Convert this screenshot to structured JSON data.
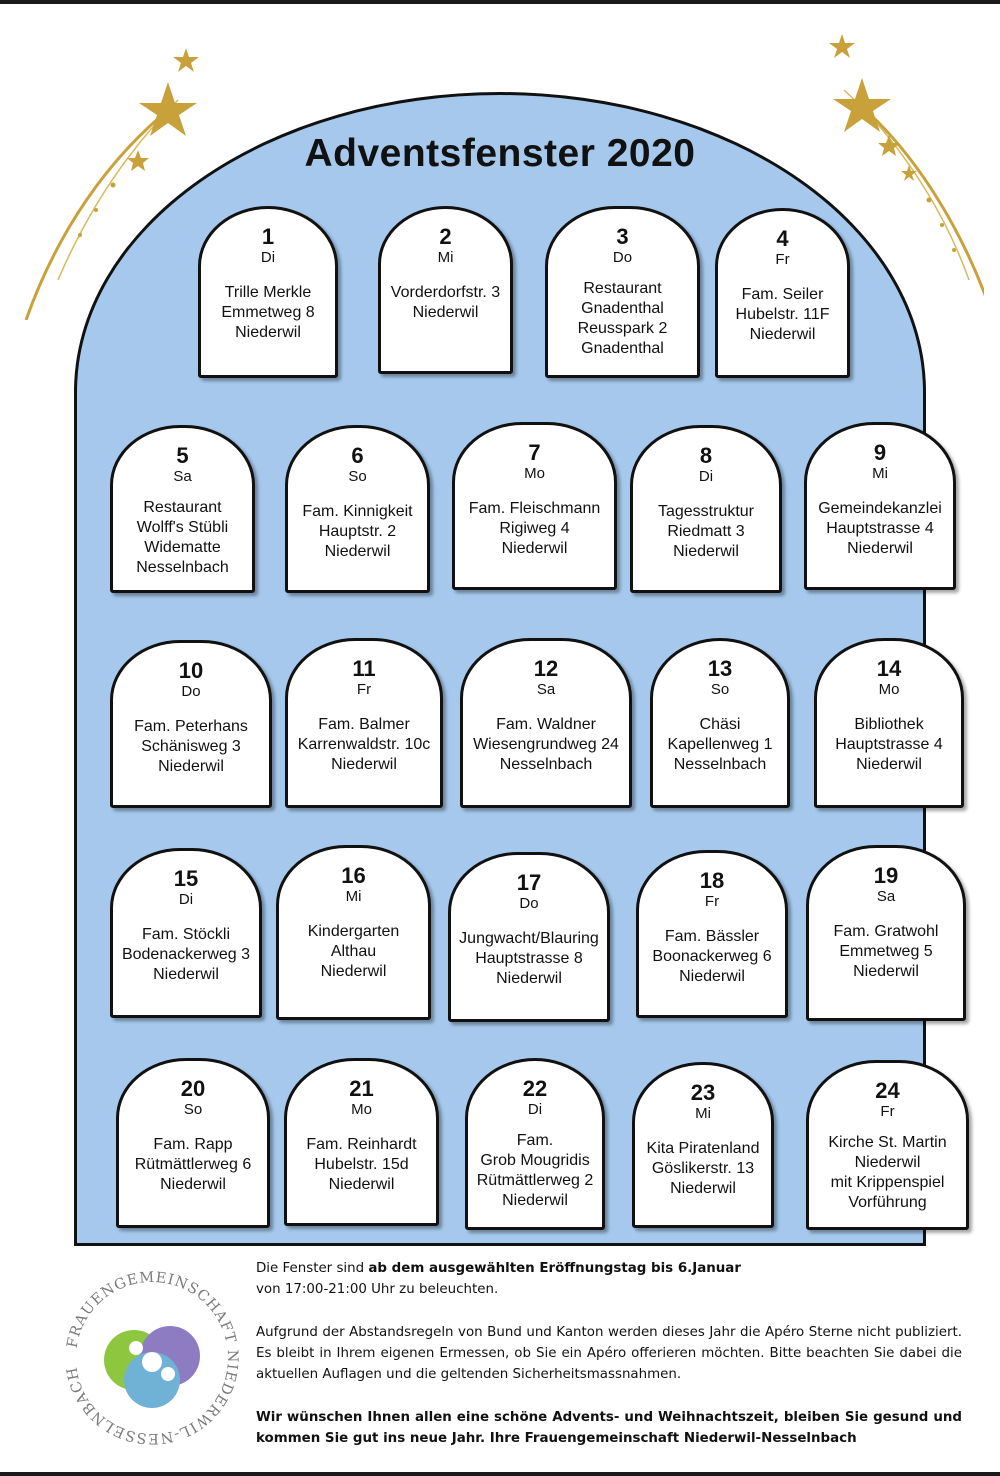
{
  "title": "Adventsfenster 2020",
  "colors": {
    "arch": "#a5c8ec",
    "door": "#ffffff",
    "gold": "#c9a13a"
  },
  "logo": {
    "icon": "frauengemeinschaft-logo",
    "ring_text": "FRAUENGEMEINSCHAFT NIEDERWIL-NESSELNBACH"
  },
  "windows": [
    {
      "num": "1",
      "day": "Di",
      "lines": [
        "Trille Merkle",
        "Emmetweg 8",
        "Niederwil"
      ]
    },
    {
      "num": "2",
      "day": "Mi",
      "lines": [
        "Vorderdorfstr. 3",
        "Niederwil"
      ]
    },
    {
      "num": "3",
      "day": "Do",
      "lines": [
        "Restaurant",
        "Gnadenthal",
        "Reusspark 2",
        "Gnadenthal"
      ]
    },
    {
      "num": "4",
      "day": "Fr",
      "lines": [
        "Fam. Seiler",
        "Hubelstr. 11F",
        "Niederwil"
      ]
    },
    {
      "num": "5",
      "day": "Sa",
      "lines": [
        "Restaurant",
        "Wolff's Stübli",
        "Widematte",
        "Nesselnbach"
      ]
    },
    {
      "num": "6",
      "day": "So",
      "lines": [
        "Fam. Kinnigkeit",
        "Hauptstr. 2",
        "Niederwil"
      ]
    },
    {
      "num": "7",
      "day": "Mo",
      "lines": [
        "Fam. Fleischmann",
        "Rigiweg 4",
        "Niederwil"
      ]
    },
    {
      "num": "8",
      "day": "Di",
      "lines": [
        "Tagesstruktur",
        "Riedmatt 3",
        "Niederwil"
      ]
    },
    {
      "num": "9",
      "day": "Mi",
      "lines": [
        "Gemeindekanzlei",
        "Hauptstrasse 4",
        "Niederwil"
      ]
    },
    {
      "num": "10",
      "day": "Do",
      "lines": [
        "Fam. Peterhans",
        "Schänisweg 3",
        "Niederwil"
      ]
    },
    {
      "num": "11",
      "day": "Fr",
      "lines": [
        "Fam. Balmer",
        "Karrenwaldstr. 10c",
        "Niederwil"
      ]
    },
    {
      "num": "12",
      "day": "Sa",
      "lines": [
        "Fam. Waldner",
        "Wiesengrundweg 24",
        "Nesselnbach"
      ]
    },
    {
      "num": "13",
      "day": "So",
      "lines": [
        "Chäsi",
        "Kapellenweg 1",
        "Nesselnbach"
      ]
    },
    {
      "num": "14",
      "day": "Mo",
      "lines": [
        "Bibliothek",
        "Hauptstrasse 4",
        "Niederwil"
      ]
    },
    {
      "num": "15",
      "day": "Di",
      "lines": [
        "Fam. Stöckli",
        "Bodenackerweg 3",
        "Niederwil"
      ]
    },
    {
      "num": "16",
      "day": "Mi",
      "lines": [
        "Kindergarten",
        "Althau",
        "Niederwil"
      ]
    },
    {
      "num": "17",
      "day": "Do",
      "lines": [
        "Jungwacht/Blauring",
        "Hauptstrasse 8",
        "Niederwil"
      ]
    },
    {
      "num": "18",
      "day": "Fr",
      "lines": [
        "Fam. Bässler",
        "Boonackerweg 6",
        "Niederwil"
      ]
    },
    {
      "num": "19",
      "day": "Sa",
      "lines": [
        "Fam. Gratwohl",
        "Emmetweg 5",
        "Niederwil"
      ]
    },
    {
      "num": "20",
      "day": "So",
      "lines": [
        "Fam. Rapp",
        "Rütmättlerweg 6",
        "Niederwil"
      ]
    },
    {
      "num": "21",
      "day": "Mo",
      "lines": [
        "Fam. Reinhardt",
        "Hubelstr. 15d",
        "Niederwil"
      ]
    },
    {
      "num": "22",
      "day": "Di",
      "lines": [
        "Fam.",
        "Grob Mougridis",
        "Rütmättlerweg 2",
        "Niederwil"
      ]
    },
    {
      "num": "23",
      "day": "Mi",
      "lines": [
        "Kita Piratenland",
        "Göslikerstr. 13",
        "Niederwil"
      ]
    },
    {
      "num": "24",
      "day": "Fr",
      "lines": [
        "Kirche St. Martin",
        "Niederwil",
        "mit Krippenspiel",
        "Vorführung"
      ]
    }
  ],
  "footer": {
    "p1_a": "Die Fenster sind ",
    "p1_b": "ab dem ausgewählten Eröffnungstag bis 6.Januar",
    "p1_c": " von 17:00-21:00 Uhr zu beleuchten.",
    "p2": "Aufgrund der Abstandsregeln von Bund und Kanton werden dieses Jahr die Apéro Sterne nicht publiziert. Es bleibt in Ihrem eigenen Ermessen, ob Sie ein Apéro offerieren möchten. Bitte beachten Sie dabei die aktuellen Auflagen und die geltenden Sicherheitsmassnahmen.",
    "p3": "Wir wünschen Ihnen allen eine schöne Advents- und Weihnachtszeit, bleiben Sie gesund und kommen Sie gut ins neue Jahr. Ihre Frauengemeinschaft Niederwil-Nesselnbach"
  }
}
